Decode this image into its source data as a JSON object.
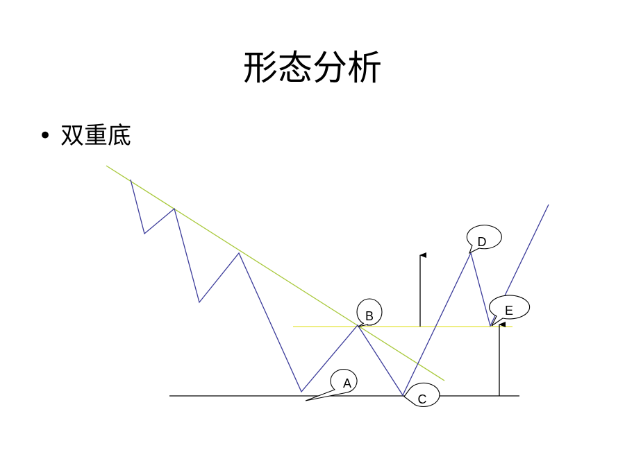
{
  "title": "形态分析",
  "bullet": {
    "marker": "•",
    "text": "双重底"
  },
  "labels": {
    "a": "A",
    "b": "B",
    "c": "C",
    "d": "D",
    "e": "E"
  },
  "colors": {
    "price_line": "#3b3b9a",
    "trend_line": "#a8c83a",
    "neckline": "#e8e85a",
    "support_line": "#000000",
    "arrow": "#000000",
    "callout_stroke": "#000000"
  }
}
